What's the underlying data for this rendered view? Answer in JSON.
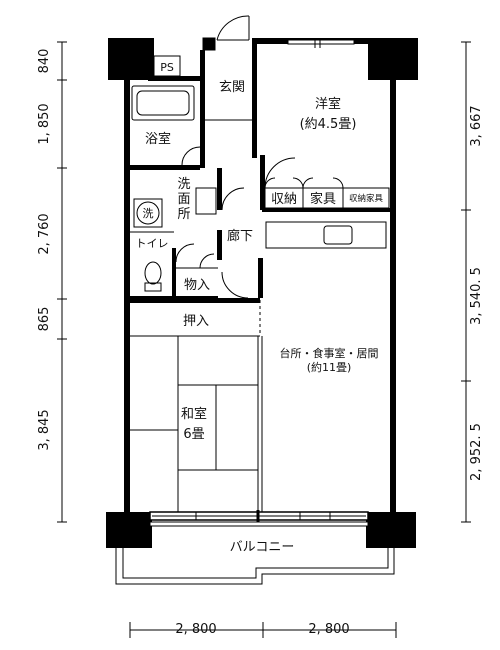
{
  "rooms": {
    "ps": "PS",
    "genkan": "玄関",
    "yoshitsu": "洋室",
    "yoshitsu_size": "(約4.5畳)",
    "yokushitsu": "浴室",
    "senmenjo_1": "洗",
    "senmenjo_2": "面",
    "senmenjo_3": "所",
    "washer": "洗",
    "shuno": "収納",
    "kagu": "家具",
    "shuno_kagu": "収納家具",
    "roka": "廊下",
    "toilet": "トイレ",
    "monoire": "物入",
    "oshiire": "押入",
    "ldk": "台所・食事室・居間",
    "ldk_size": "(約11畳)",
    "washitsu": "和室",
    "washitsu_size": "6畳",
    "balcony": "バルコニー"
  },
  "dimensions": {
    "left": [
      "840",
      "1, 850",
      "2, 760",
      "865",
      "3, 845"
    ],
    "right": [
      "3, 667",
      "3, 540. 5",
      "2, 952. 5"
    ],
    "bottom": [
      "2, 800",
      "2, 800"
    ]
  }
}
